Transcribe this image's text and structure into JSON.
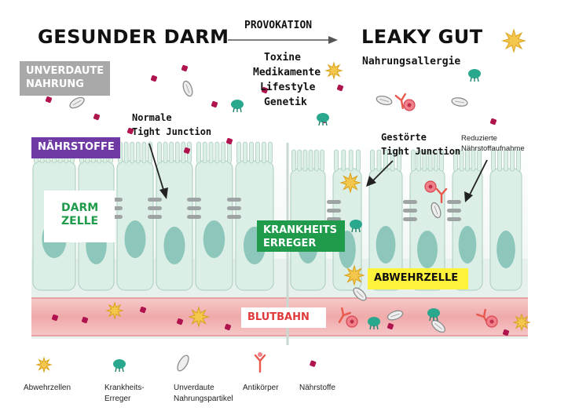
{
  "titles": {
    "healthy": "GESUNDER DARM",
    "provocation": "PROVOKATION",
    "leaky": "LEAKY GUT"
  },
  "factors": [
    "Toxine",
    "Medikamente",
    "Lifestyle",
    "Genetik"
  ],
  "labels": {
    "food_allergy": "Nahrungsallergie",
    "undigested_food": [
      "UNVERDAUTE",
      "NAHRUNG"
    ],
    "nutrients": "NÄHRSTOFFE",
    "normal_tj": [
      "Normale",
      "Tight Junction"
    ],
    "disturbed_tj": [
      "Gestörte",
      "Tight Junction"
    ],
    "reduced_uptake": [
      "Reduzierte",
      "Nährstoffaufnahme"
    ],
    "gut_cell": [
      "DARM",
      "ZELLE"
    ],
    "pathogens": [
      "KRANKHEITS",
      "ERREGER"
    ],
    "immune_cell": "ABWEHRZELLE",
    "bloodstream": "BLUTBAHN"
  },
  "legend": [
    {
      "icon": "immune-cell-icon",
      "text": [
        "Abwehrzellen"
      ]
    },
    {
      "icon": "pathogen-icon",
      "text": [
        "Krankheits-",
        "Erreger"
      ]
    },
    {
      "icon": "food-particle-icon",
      "text": [
        "Unverdaute",
        "Nahrungspartikel"
      ]
    },
    {
      "icon": "antibody-icon",
      "text": [
        "Antikörper"
      ]
    },
    {
      "icon": "nutrient-icon",
      "text": [
        "Nährstoffe"
      ]
    }
  ],
  "colors": {
    "cell": "#dcefe6",
    "cell_stroke": "#a9cdbc",
    "nucleus": "#7fbfb3",
    "blood": "#f2b8b8",
    "nutrient": "#b0144e",
    "pathogen": "#2aa88e",
    "immune": "#f3c64e",
    "antibody": "#e8584d",
    "undigested_bg": "#a9a9a9",
    "nutrients_bg": "#6f3aa3",
    "pathogens_bg": "#1f9b4b",
    "immune_bg": "#fff23a",
    "bloodstream_bg": "#ffffff"
  }
}
